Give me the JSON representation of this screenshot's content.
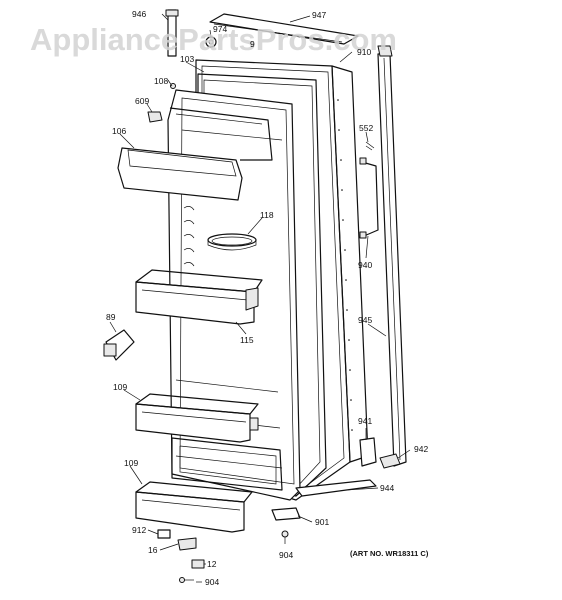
{
  "watermark": "AppliancePartsPros.com",
  "art_number": "(ART NO. WR18311 C)",
  "callouts": {
    "c946": "946",
    "c974": "974",
    "c947": "947",
    "c9x": "9",
    "c910": "910",
    "c103": "103",
    "c108": "108",
    "c609": "609",
    "c106": "106",
    "c552": "552",
    "c118": "118",
    "c940": "940",
    "c89": "89",
    "c115": "115",
    "c945": "945",
    "c109a": "109",
    "c941": "941",
    "c942": "942",
    "c109b": "109",
    "c944": "944",
    "c912": "912",
    "c901": "901",
    "c16": "16",
    "c904a": "904",
    "c12": "12",
    "c904b": "904"
  }
}
